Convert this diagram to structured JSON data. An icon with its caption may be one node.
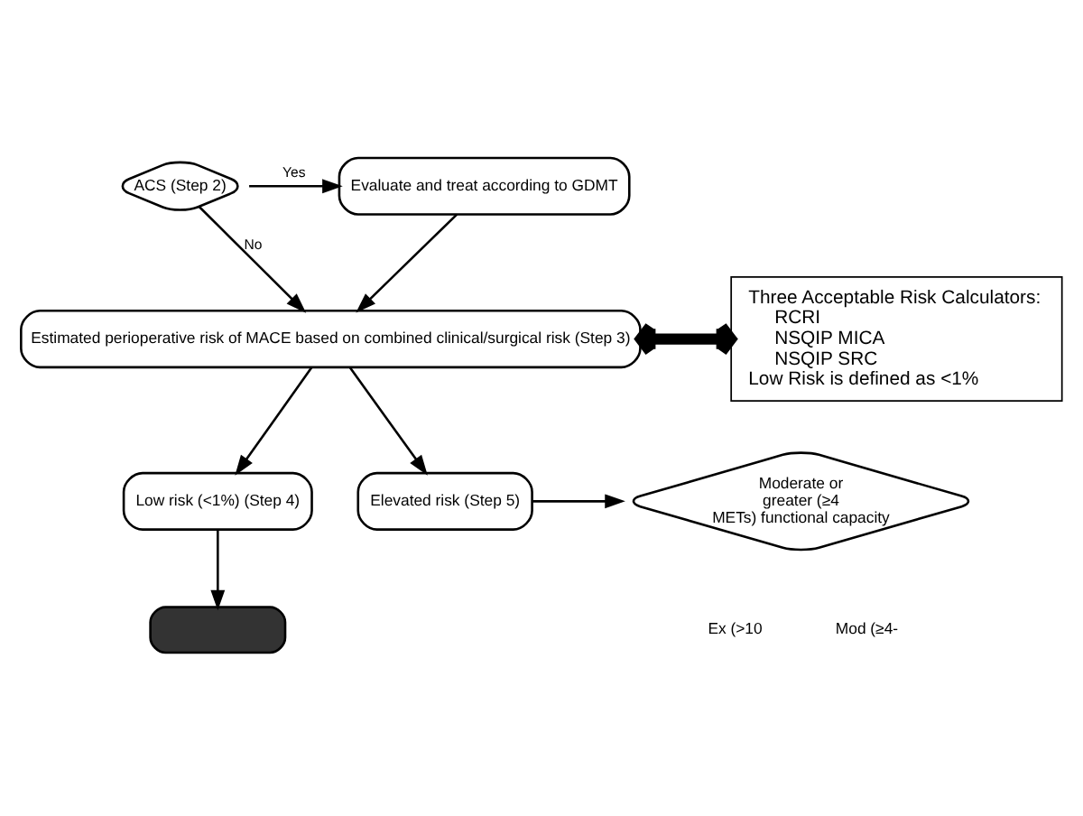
{
  "diagram": {
    "nodes": [
      {
        "text": [
          "ACS (Step 2)"
        ]
      },
      {
        "text": [
          "Evaluate and treat according to GDMT"
        ]
      },
      {
        "text": [
          "Estimated perioperative risk of MACE based on combined clinical/surgical risk (Step 3)"
        ]
      },
      {
        "text": [
          "Low risk (<1%) (Step 4)"
        ]
      },
      {
        "text": [
          "Elevated risk (Step 5)"
        ]
      },
      {
        "text": [
          "Moderate or greater (≥4 METs) functional capacity"
        ]
      },
      {
        "text": [],
        "shape": "box"
      },
      {
        "text": [
          "Three Acceptable Risk Calculators:",
          "RCRI",
          "NSQIP MICA",
          "NSQIP SRC",
          "Low Risk is defined as <1%"
        ]
      }
    ],
    "edges": [
      {
        "from": 0,
        "to": 1,
        "arrow": "to",
        "label": "Yes"
      },
      {
        "from": 0,
        "to": 2,
        "arrow": "to",
        "label": "No"
      },
      {
        "from": 1,
        "to": 2,
        "arrow": "to"
      },
      {
        "from": 2,
        "to": 3,
        "arrow": "to"
      },
      {
        "from": 2,
        "to": 4,
        "arrow": "to"
      },
      {
        "from": 3,
        "to": 6,
        "arrow": "to"
      },
      {
        "from": 4,
        "to": 5,
        "arrow": "to"
      },
      {
        "from": 2,
        "to": 7,
        "arrow": "both",
        "style": "thick"
      }
    ],
    "labels": [
      "Ex (>10",
      "Mod (≥4-"
    ]
  }
}
